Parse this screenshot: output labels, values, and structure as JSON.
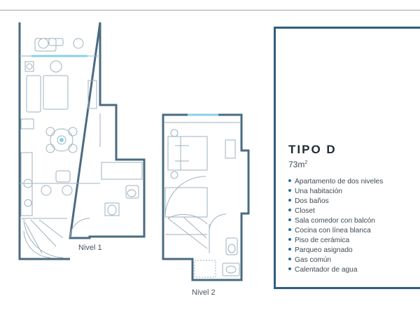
{
  "plan": {
    "level1_label": "Nivel 1",
    "level2_label": "Nivel 2"
  },
  "info": {
    "title": "TIPO D",
    "area_value": "73m",
    "area_sup": "2",
    "features": [
      "Apartamento de dos niveles",
      "Una habitación",
      "Dos baños",
      "Closet",
      "Sala comedor con balcón",
      "Cocina con línea blanca",
      "Piso de cerámica",
      "Parqueo asignado",
      "Gas común",
      "Calentador de agua"
    ]
  },
  "colors": {
    "wall": "#4a6b80",
    "accent": "#2f5f7c",
    "glass": "#8ad0ea",
    "furniture": "#9fb2bf"
  }
}
